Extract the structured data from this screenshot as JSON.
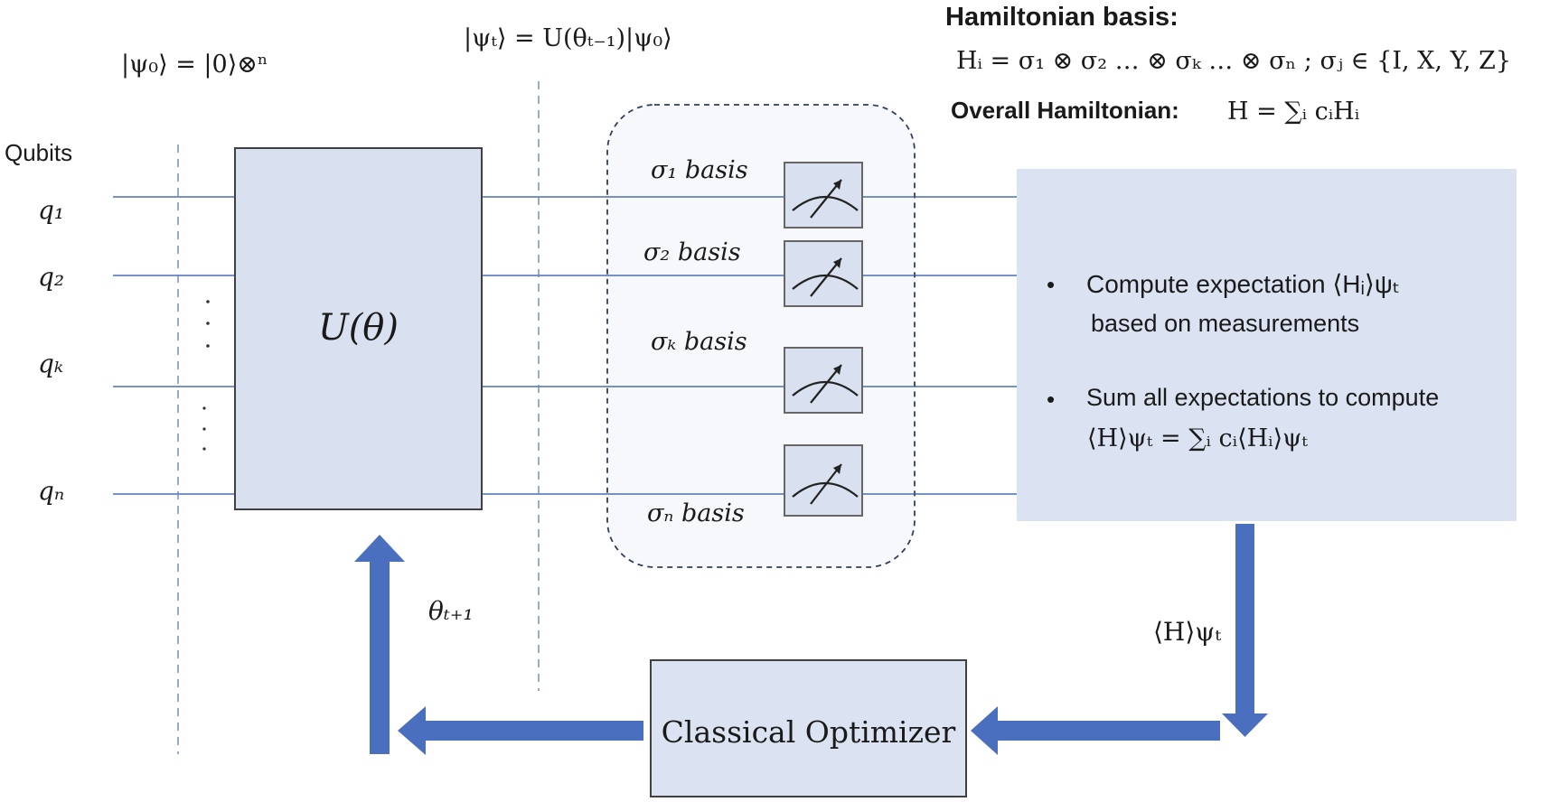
{
  "labels": {
    "psi0": "|ψ₀⟩ = |0⟩⊗ⁿ",
    "psit": "|ψₜ⟩ = U(θₜ₋₁)|ψ₀⟩",
    "hamiltonian_basis_title": "Hamiltonian basis:",
    "hamiltonian_basis_formula": "Hᵢ = σ₁ ⊗ σ₂ … ⊗ σₖ … ⊗ σₙ ; σⱼ ∈ {I, X, Y, Z}",
    "overall_hamiltonian_title": "Overall Hamiltonian:",
    "overall_hamiltonian_formula": "H = ∑ᵢ cᵢHᵢ",
    "qubits_header": "Qubits",
    "q1": "q₁",
    "q2": "q₂",
    "qk": "qₖ",
    "qn": "qₙ",
    "unitary": "U(θ)",
    "sigma1_basis": "σ₁ basis",
    "sigma2_basis": "σ₂ basis",
    "sigmak_basis": "σₖ basis",
    "sigman_basis": "σₙ basis",
    "bullet1_line1": "Compute expectation ⟨Hᵢ⟩ψₜ",
    "bullet1_line2": "based on measurements",
    "bullet2_line1": "Sum all expectations to compute",
    "bullet2_line2": "⟨H⟩ψₜ = ∑ᵢ cᵢ⟨Hᵢ⟩ψₜ",
    "expectation_out": "⟨H⟩ψₜ",
    "theta_next": "θₜ₊₁",
    "optimizer": "Classical Optimizer",
    "bullet_symbol": "•"
  },
  "colors": {
    "wire": "#4a6fb5",
    "arrow": "#4a6fbf",
    "panel_fill": "#dbe2f1",
    "gate_border": "#404040"
  },
  "icons": {
    "meter": "measurement-meter-icon",
    "arrow": "block-arrow-icon"
  }
}
